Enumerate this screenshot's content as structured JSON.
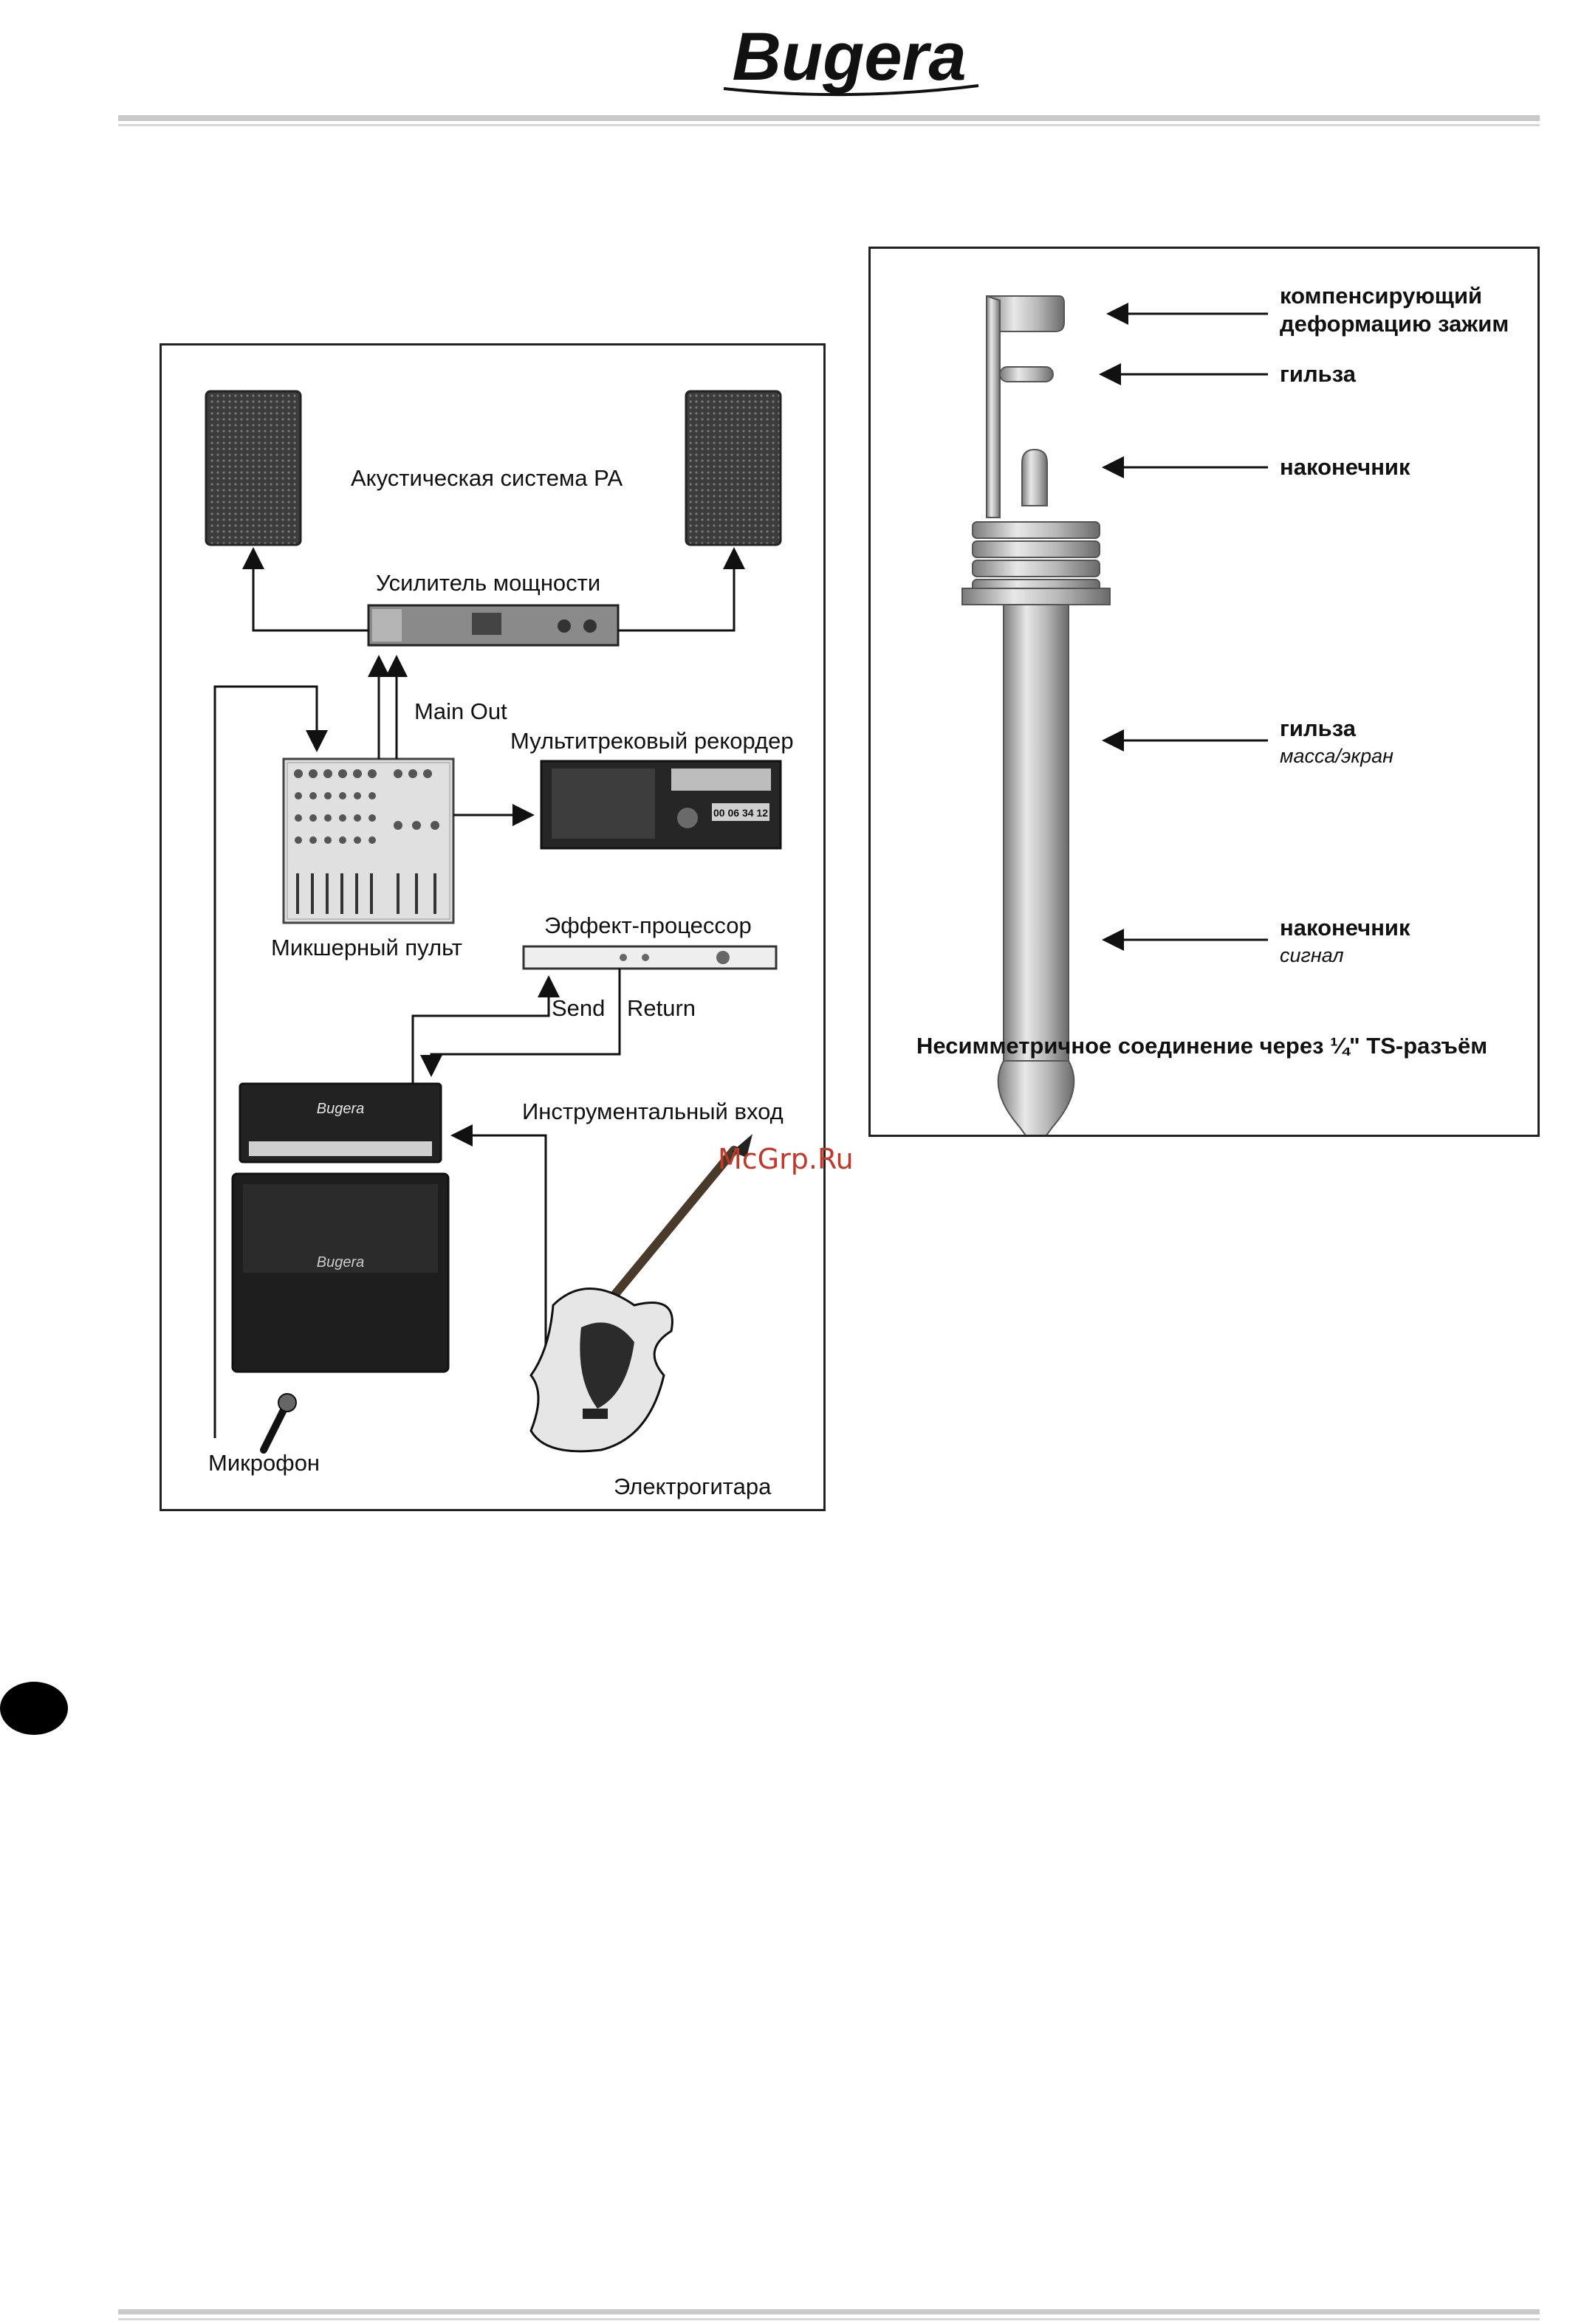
{
  "header": {
    "brand": "Bugera"
  },
  "watermark": "McGrp.Ru",
  "setup_diagram": {
    "labels": {
      "pa_system": "Акустическая система PA",
      "power_amp": "Усилитель мощности",
      "main_out": "Main Out",
      "recorder": "Мультитрековый рекордер",
      "mixer": "Микшерный пульт",
      "effects": "Эффект-процессор",
      "send": "Send",
      "return": "Return",
      "instrument_input": "Инструментальный вход",
      "microphone": "Микрофон",
      "guitar": "Электрогитара"
    },
    "recorder_display": "00 06 34 12",
    "amp_brand": "Bugera",
    "cab_brand": "Bugera"
  },
  "plug_diagram": {
    "labels": {
      "strain_relief_1": "компенсирующий",
      "strain_relief_2": "деформацию зажим",
      "sleeve_top": "гильза",
      "tip_top": "наконечник",
      "sleeve": "гильза",
      "sleeve_sub": "масса/экран",
      "tip": "наконечник",
      "tip_sub": "сигнал"
    },
    "caption": "Несимметричное соединение через ¼\" TS-разъём"
  }
}
